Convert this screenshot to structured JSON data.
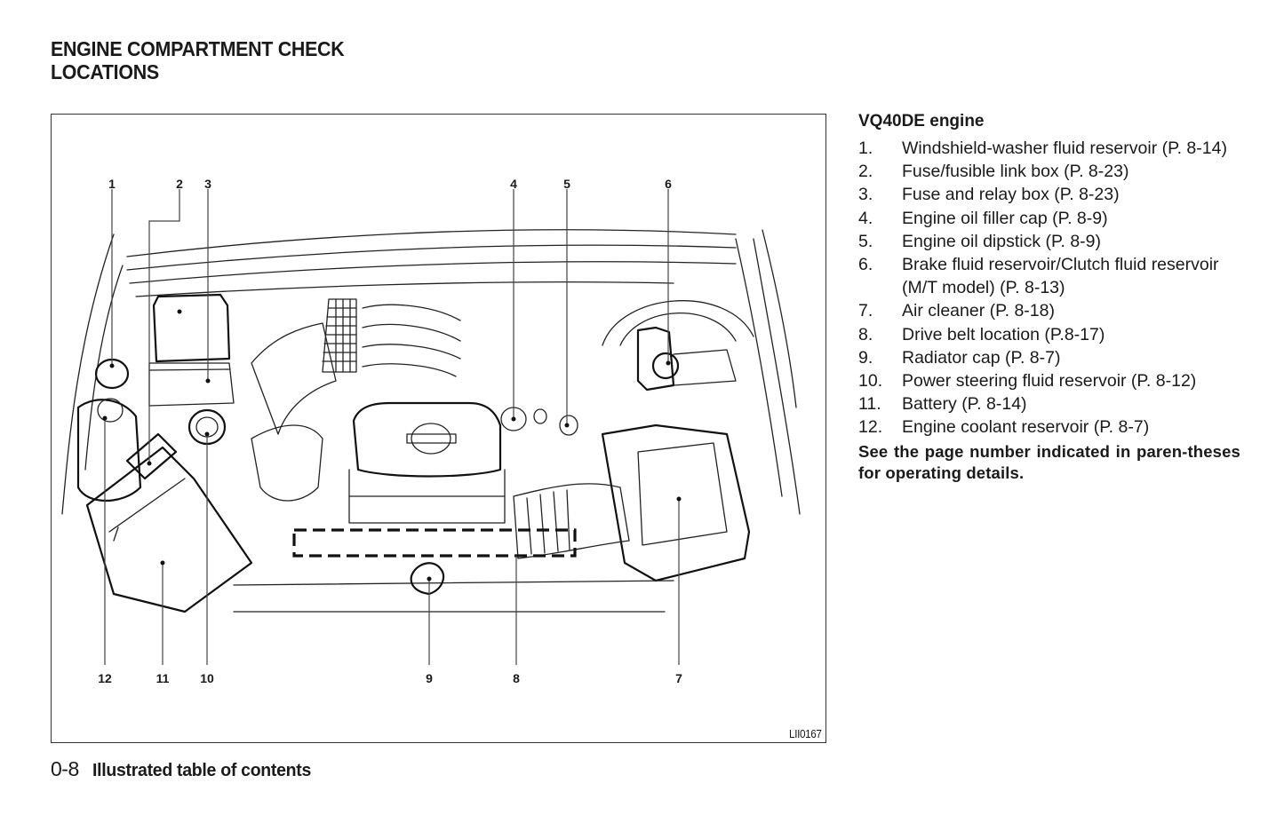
{
  "header": {
    "title_lines": [
      "ENGINE COMPARTMENT CHECK",
      "LOCATIONS"
    ]
  },
  "figure": {
    "code": "LII0167",
    "subject": "Engine compartment line drawing (VQ40DE)",
    "callouts_top": [
      "1",
      "2",
      "3",
      "4",
      "5",
      "6"
    ],
    "callouts_bottom": [
      "12",
      "11",
      "10",
      "9",
      "8",
      "7"
    ],
    "highlight": "dashed-box-drive-belt"
  },
  "legend": {
    "title": "VQ40DE engine",
    "items": [
      {
        "num": "1.",
        "text": "Windshield-washer fluid reservoir (P. 8-14)"
      },
      {
        "num": "2.",
        "text": "Fuse/fusible link box (P. 8-23)"
      },
      {
        "num": "3.",
        "text": "Fuse and relay box (P. 8-23)"
      },
      {
        "num": "4.",
        "text": "Engine oil filler cap (P. 8-9)"
      },
      {
        "num": "5.",
        "text": "Engine oil dipstick (P. 8-9)"
      },
      {
        "num": "6.",
        "text": "Brake fluid reservoir/Clutch fluid reservoir (M/T model) (P. 8-13)"
      },
      {
        "num": "7.",
        "text": "Air cleaner (P. 8-18)"
      },
      {
        "num": "8.",
        "text": "Drive belt location (P.8-17)"
      },
      {
        "num": "9.",
        "text": "Radiator cap (P. 8-7)"
      },
      {
        "num": "10.",
        "text": "Power steering fluid reservoir (P. 8-12)"
      },
      {
        "num": "11.",
        "text": "Battery (P. 8-14)"
      },
      {
        "num": "12.",
        "text": "Engine coolant reservoir (P. 8-7)"
      }
    ],
    "note": "See the page number indicated in paren-theses for operating details."
  },
  "footer": {
    "page_number": "0-8",
    "section": "Illustrated table of contents"
  }
}
